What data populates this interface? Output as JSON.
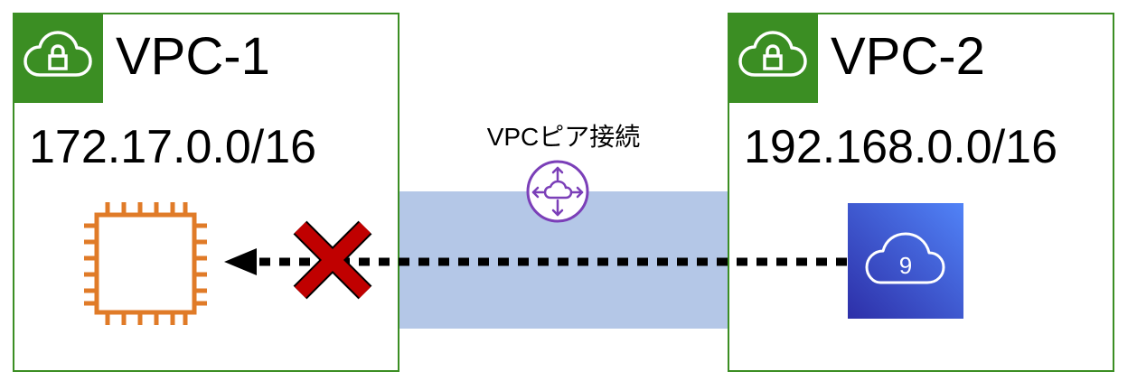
{
  "vpcs": [
    {
      "name": "VPC-1",
      "cidr": "172.17.0.0/16"
    },
    {
      "name": "VPC-2",
      "cidr": "192.168.0.0/16"
    }
  ],
  "peering": {
    "label": "VPCピア接続"
  },
  "cloud9": {
    "glyph": "9"
  },
  "icons": {
    "vpc": "cloud-lock-icon",
    "peering": "peering-router-icon",
    "ec2": "ec2-chip-icon",
    "cloud9": "cloud9-icon",
    "blocked": "red-x-icon"
  },
  "colors": {
    "vpc_green": "#3b8e23",
    "peering_band": "#b4c7e7",
    "ec2_orange": "#e07b28",
    "router_purple": "#7b3fb8",
    "cloud9_blue": "#4b61d1",
    "blocked_red": "#c00000"
  }
}
